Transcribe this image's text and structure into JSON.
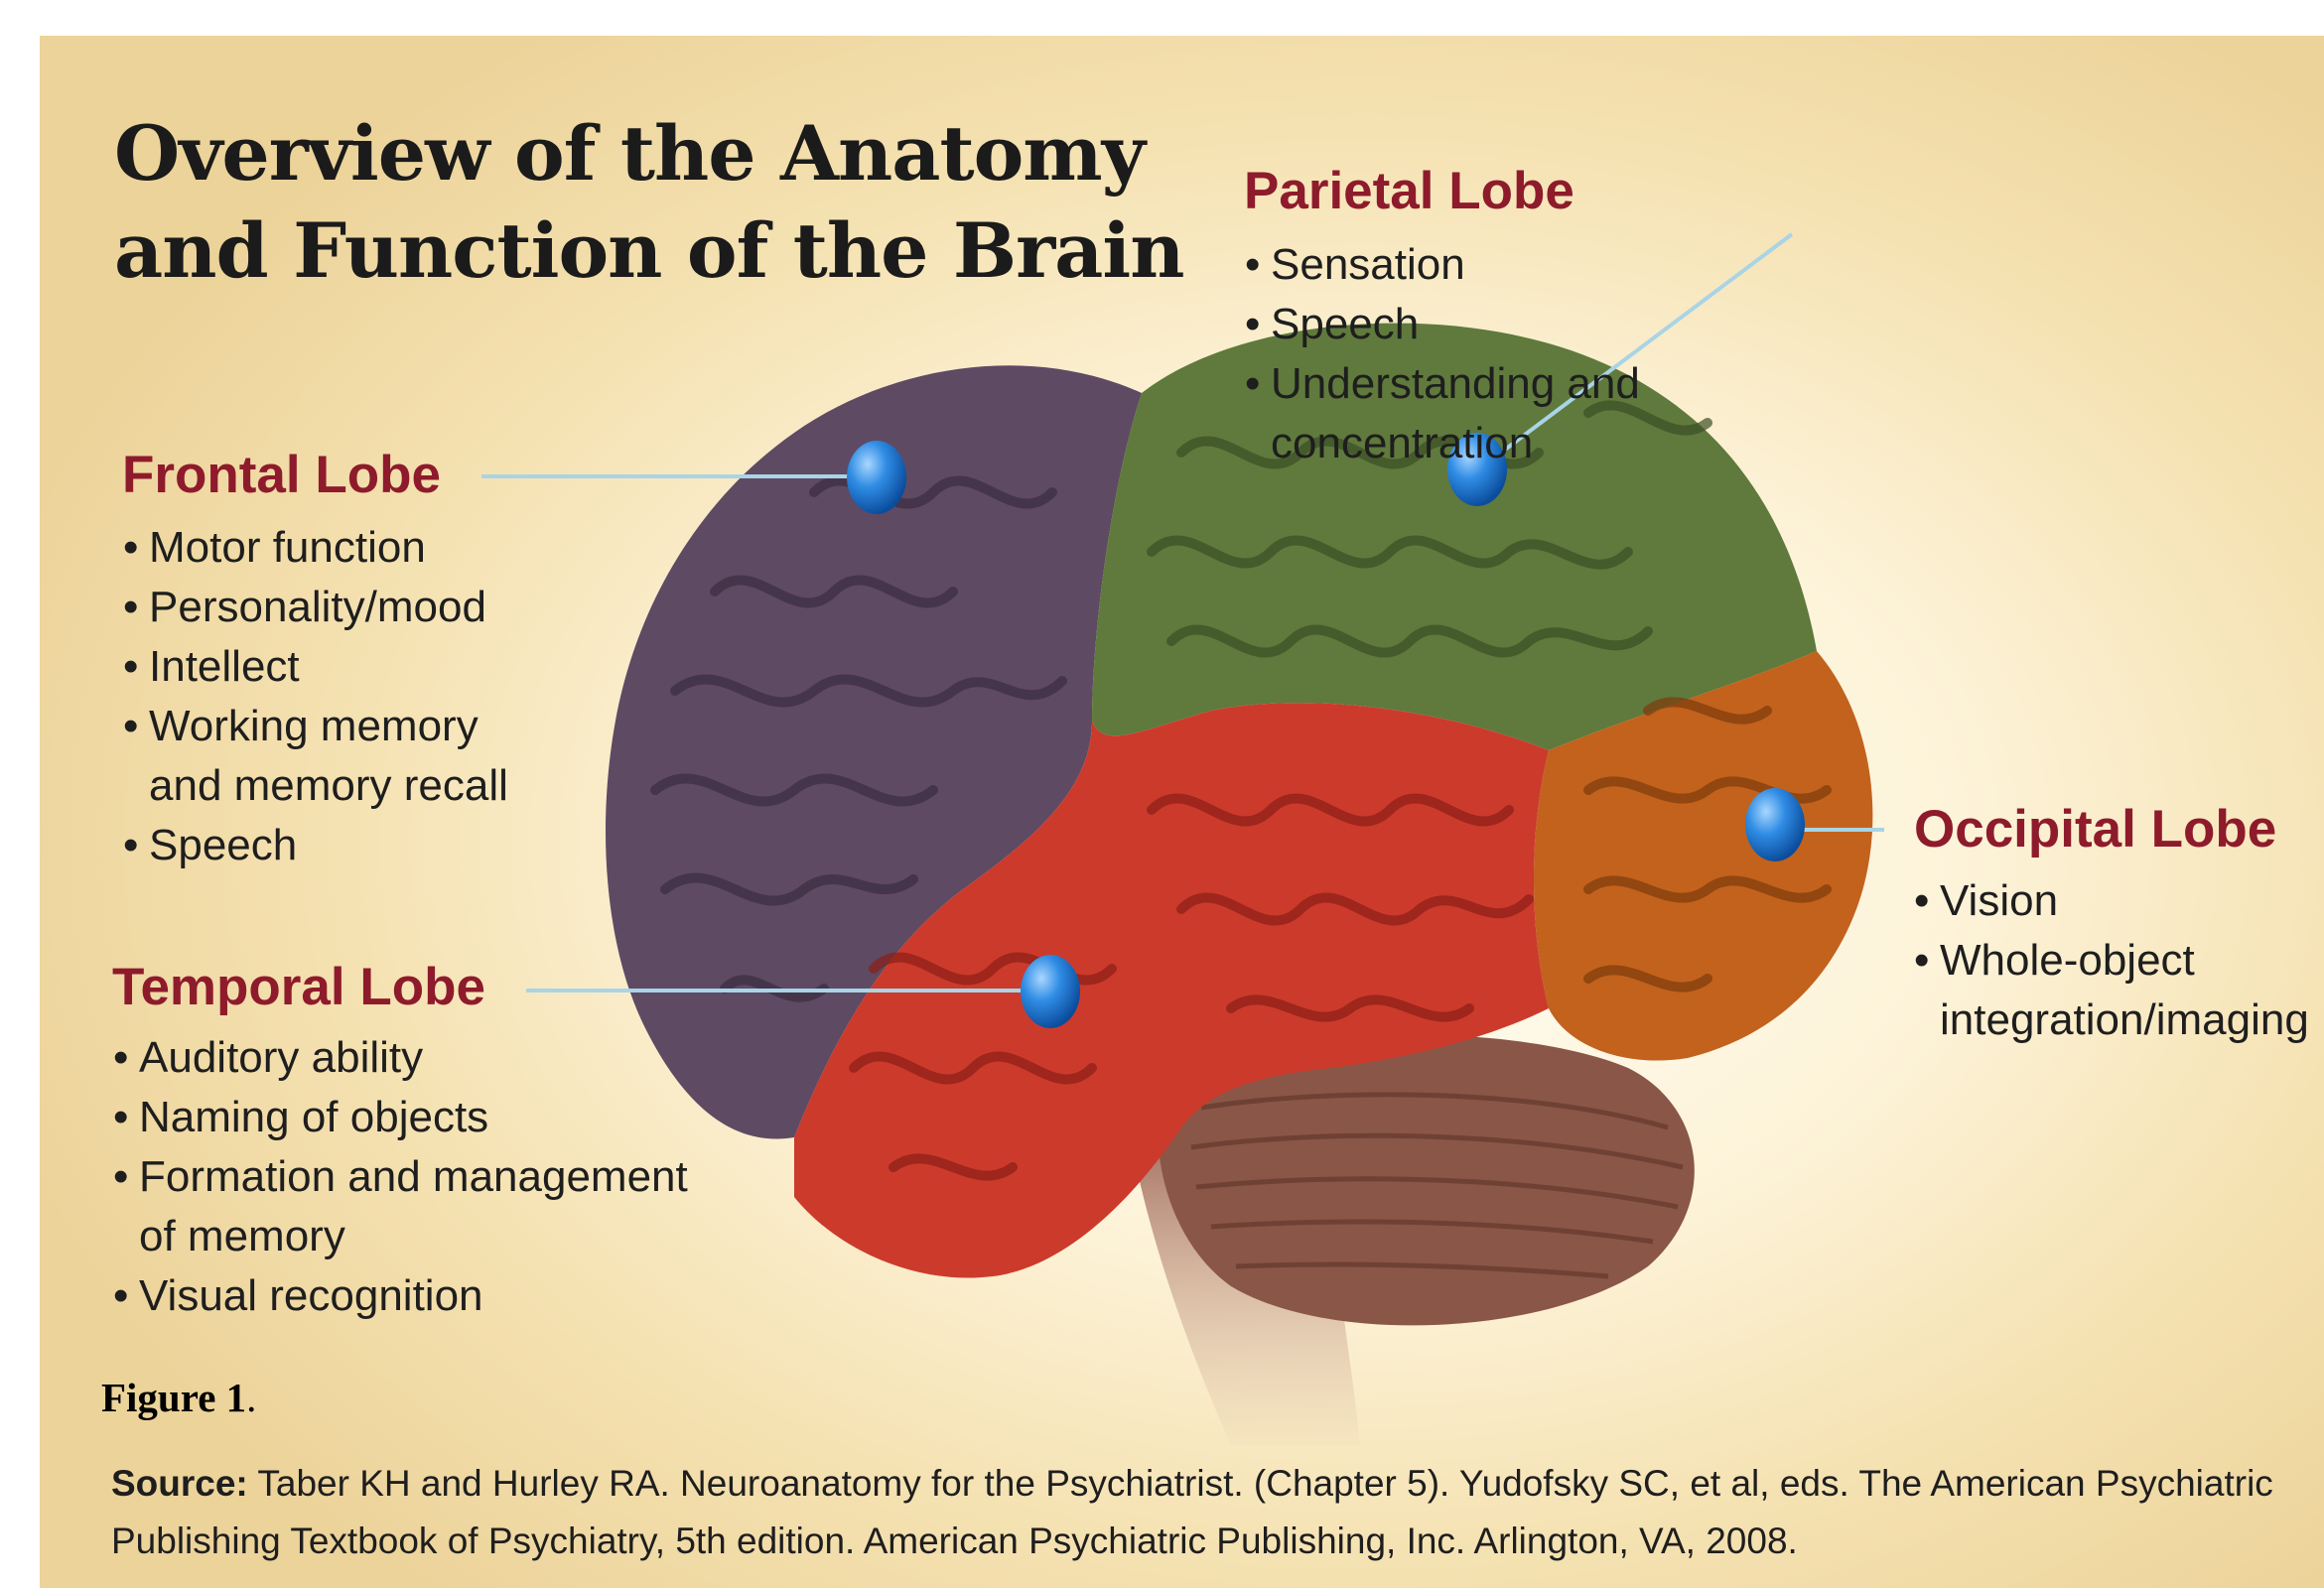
{
  "title": "Overview of the Anatomy\nand Function of the Brain",
  "lobes": {
    "frontal": {
      "heading": "Frontal Lobe",
      "functions": [
        "Motor function",
        "Personality/mood",
        "Intellect",
        "Working memory\nand memory recall",
        "Speech"
      ]
    },
    "parietal": {
      "heading": "Parietal Lobe",
      "functions": [
        "Sensation",
        "Speech",
        "Understanding and\nconcentration"
      ]
    },
    "temporal": {
      "heading": "Temporal Lobe",
      "functions": [
        "Auditory ability",
        "Naming of objects",
        "Formation and management\nof memory",
        "Visual recognition"
      ]
    },
    "occipital": {
      "heading": "Occipital Lobe",
      "functions": [
        "Vision",
        "Whole-object\nintegration/imaging"
      ]
    }
  },
  "figure": {
    "label": "Figure 1",
    "label_suffix": ".",
    "source_label": "Source:",
    "source_text": " Taber KH and Hurley RA. Neuroanatomy for the Psychiatrist. (Chapter 5). Yudofsky SC, et al, eds. The American Psychiatric Publishing Textbook of Psychiatry, 5th edition. American Psychiatric Publishing, Inc. Arlington, VA, 2008."
  },
  "colors": {
    "frontal": "#5e4a63",
    "parietal": "#5f7a3c",
    "temporal": "#cc3a2c",
    "occipital": "#c2621d",
    "cerebellum": "#8a5648",
    "heading": "#8e1b2c",
    "marker": "#1f78d6"
  }
}
